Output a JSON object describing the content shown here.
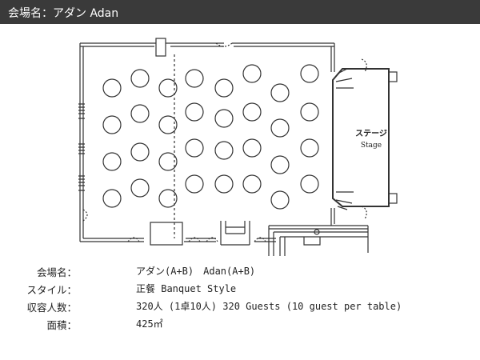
{
  "header": {
    "title": "会場名：アダン Adan",
    "background": "#3a3a3a"
  },
  "floor_plan": {
    "stage_label_jp": "ステージ",
    "stage_label_en": "Stage",
    "table_count": 32
  },
  "info": {
    "rows": [
      {
        "label": "会場名",
        "value": "アダン(A+B)　Adan(A+B)"
      },
      {
        "label": "スタイル",
        "value": "正餐 Banquet Style"
      },
      {
        "label": "収容人数",
        "value": "320人 (1卓10人) 320 Guests (10 guest per table)"
      },
      {
        "label": "面積",
        "value": "425㎡"
      }
    ]
  }
}
